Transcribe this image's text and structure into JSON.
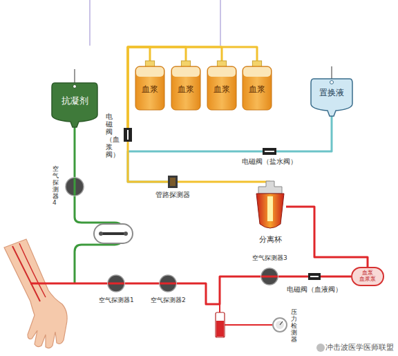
{
  "diagram": {
    "nodes": [
      {
        "text": [
          "抗凝剂"
        ]
      },
      {
        "text": [
          "血浆"
        ]
      },
      {
        "text": [
          "血浆"
        ]
      },
      {
        "text": [
          "血浆"
        ]
      },
      {
        "text": [
          "血浆"
        ]
      },
      {
        "text": [
          "置换液"
        ]
      },
      {
        "text": [
          "电磁阀（血浆阀）"
        ]
      },
      {
        "text": [
          "电磁阀（盐水阀）"
        ]
      },
      {
        "text": [
          "管路探测器"
        ]
      },
      {
        "text": [
          "分离杯"
        ]
      },
      {
        "text": [
          "空气探测器4"
        ]
      },
      {
        "text": [
          "空气探测器1"
        ]
      },
      {
        "text": [
          "空气探测器2"
        ]
      },
      {
        "text": [
          "空气探测器3"
        ]
      },
      {
        "text": [
          "电磁阀（血液阀）"
        ]
      },
      {
        "text": [
          "血泵",
          "血浆泵"
        ]
      },
      {
        "text": [
          "压力检测器"
        ]
      }
    ],
    "edges": [
      {
        "from": 0,
        "to": 10,
        "arrow": "none"
      },
      {
        "from": 5,
        "to": 7,
        "arrow": "none"
      },
      {
        "from": 7,
        "to": 8,
        "arrow": "none"
      },
      {
        "from": 9,
        "to": 8,
        "arrow": "none"
      },
      {
        "from": 8,
        "to": 6,
        "arrow": "none"
      },
      {
        "from": 6,
        "to": 1,
        "arrow": "none"
      },
      {
        "from": 6,
        "to": 2,
        "arrow": "none"
      },
      {
        "from": 6,
        "to": 3,
        "arrow": "none"
      },
      {
        "from": 6,
        "to": 4,
        "arrow": "none"
      },
      {
        "from": 11,
        "to": 12,
        "arrow": "none"
      },
      {
        "from": 12,
        "to": 13,
        "arrow": "none"
      },
      {
        "from": 12,
        "to": 16,
        "arrow": "none"
      },
      {
        "from": 13,
        "to": 14,
        "arrow": "none"
      },
      {
        "from": 14,
        "to": 15,
        "arrow": "none"
      },
      {
        "from": 15,
        "to": 9,
        "arrow": "none"
      }
    ],
    "labels": [
      "冲击波医学医师联盟"
    ]
  }
}
